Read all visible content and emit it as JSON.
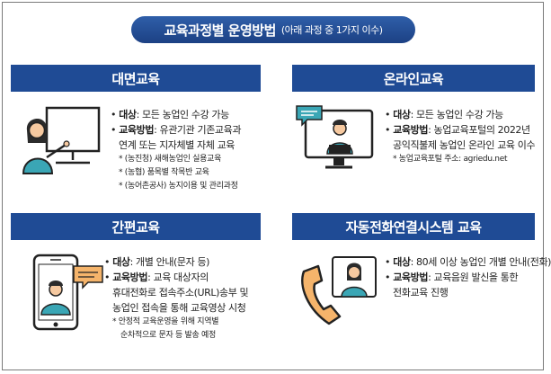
{
  "title": {
    "main": "교육과정별 운영방법",
    "sub": "(아래 과정 중 1가지 이수)"
  },
  "bullet": "•",
  "sections": [
    {
      "header": "대면교육",
      "target_label": "대상",
      "target_text": ": 모든 농업인 수강 가능",
      "method_label": "교육방법",
      "method_text": ": 유관기관 기존교육과",
      "method_cont": "연계 또는 지자체별 자체 교육",
      "notes": [
        "* (농진청) 새해농업인 실용교육",
        "* (농협) 품목별 작목반 교육",
        "* (농어촌공사) 농지이용 및 관리과정"
      ]
    },
    {
      "header": "온라인교육",
      "target_label": "대상",
      "target_text": ": 모든 농업인 수강 가능",
      "method_label": "교육방법",
      "method_text": ": 농업교육포털의 2022년",
      "method_cont": "공익직불제 농업인 온라인 교육 이수",
      "notes": [
        "* 농업교육포털 주소: agriedu.net"
      ]
    },
    {
      "header": "간편교육",
      "target_label": "대상",
      "target_text": ": 개별 안내(문자 등)",
      "method_label": "교육방법",
      "method_text": ": 교육 대상자의",
      "method_cont": "휴대전화로 접속주소(URL)송부 및",
      "method_cont2": "농업인 접속을 통해 교육영상 시청",
      "notes": [
        "* 안정적 교육운영을 위해 지역별",
        "순차적으로 문자 등 발송 예정"
      ]
    },
    {
      "header": "자동전화연결시스템 교육",
      "target_label": "대상",
      "target_text": ": 80세 이상 농업인 개별 안내(전화)",
      "method_label": "교육방법",
      "method_text": ": 교육음원 발신을 통한",
      "method_cont": "전화교육 진행",
      "notes": []
    }
  ],
  "colors": {
    "navy": "#1f4b95",
    "ink": "#222222",
    "skin": "#f6c9a0",
    "teal": "#3aa6b5"
  },
  "icons": [
    "teacher-board-icon",
    "online-monitor-icon",
    "smartphone-chat-icon",
    "phone-call-icon"
  ]
}
